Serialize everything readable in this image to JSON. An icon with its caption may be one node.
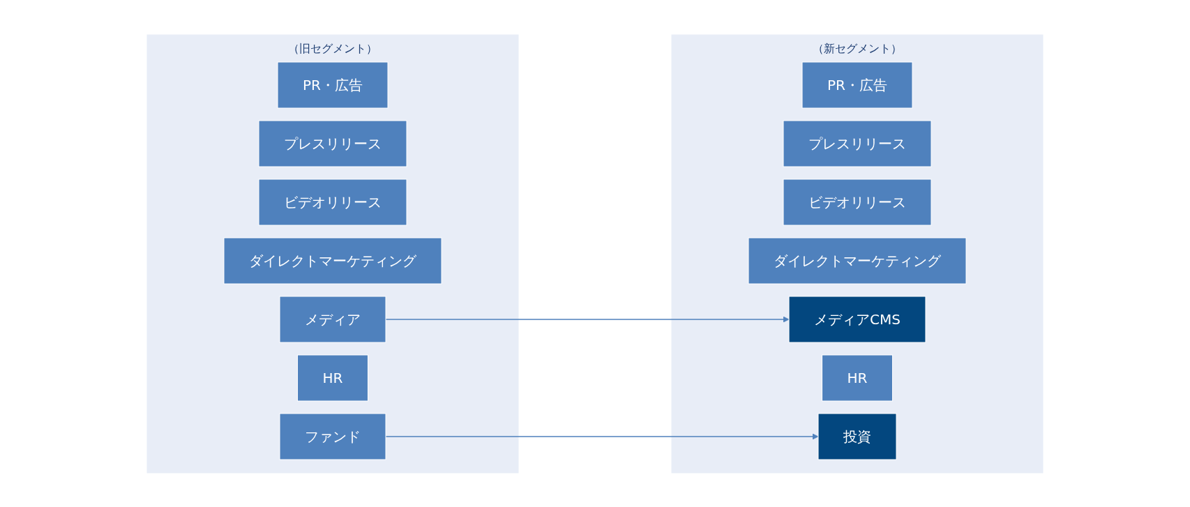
{
  "diagram": {
    "nodes": [
      {
        "text": [
          "（旧セグメント）"
        ]
      },
      {
        "text": [
          "PR・広告"
        ],
        "in": 0
      },
      {
        "text": [
          "プレスリリース"
        ],
        "in": 0
      },
      {
        "text": [
          "ビデオリリース"
        ],
        "in": 0
      },
      {
        "text": [
          "ダイレクトマーケティング"
        ],
        "in": 0
      },
      {
        "text": [
          "メディア"
        ],
        "in": 0
      },
      {
        "text": [
          "HR"
        ],
        "in": 0
      },
      {
        "text": [
          "ファンド"
        ],
        "in": 0
      },
      {
        "text": [
          "（新セグメント）"
        ]
      },
      {
        "text": [
          "PR・広告"
        ],
        "in": 8
      },
      {
        "text": [
          "プレスリリース"
        ],
        "in": 8
      },
      {
        "text": [
          "ビデオリリース"
        ],
        "in": 8
      },
      {
        "text": [
          "ダイレクトマーケティング"
        ],
        "in": 8
      },
      {
        "text": [
          "メディアCMS"
        ],
        "in": 8
      },
      {
        "text": [
          "HR"
        ],
        "in": 8
      },
      {
        "text": [
          "投資"
        ],
        "in": 8
      }
    ],
    "edges": [
      {
        "from": 5,
        "to": 13,
        "arrow": "to"
      },
      {
        "from": 7,
        "to": 15,
        "arrow": "to"
      }
    ]
  }
}
